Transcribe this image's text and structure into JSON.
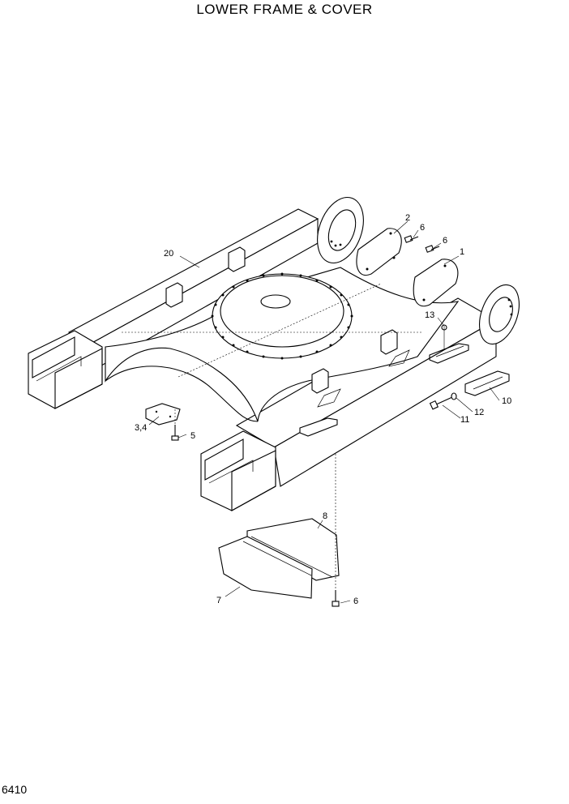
{
  "title": "LOWER FRAME & COVER",
  "page_number": "6410",
  "callouts": [
    {
      "id": "c1",
      "label": "1"
    },
    {
      "id": "c2",
      "label": "2"
    },
    {
      "id": "c6a",
      "label": "6"
    },
    {
      "id": "c6b",
      "label": "6"
    },
    {
      "id": "c20",
      "label": "20"
    },
    {
      "id": "c13",
      "label": "13"
    },
    {
      "id": "c10",
      "label": "10"
    },
    {
      "id": "c12",
      "label": "12"
    },
    {
      "id": "c11",
      "label": "11"
    },
    {
      "id": "c34",
      "label": "3,4"
    },
    {
      "id": "c5",
      "label": "5"
    },
    {
      "id": "c8",
      "label": "8"
    },
    {
      "id": "c7",
      "label": "7"
    },
    {
      "id": "c6c",
      "label": "6"
    }
  ]
}
